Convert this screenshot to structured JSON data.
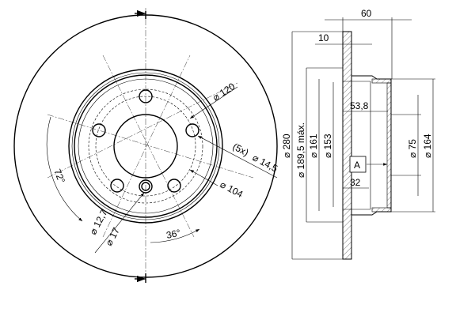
{
  "front_view": {
    "dim_pcd": "⌀ 120",
    "dim_hole_count": "(5x)",
    "dim_hole": "⌀ 14,5",
    "dim_bore": "⌀ 104",
    "dim_angle_72": "72°",
    "dim_angle_36": "36°",
    "dim_pin_small": "⌀ 12,7",
    "dim_pin_large": "⌀ 17"
  },
  "side_view": {
    "dim_total_height": "60",
    "dim_thickness": "10",
    "dim_outer": "⌀ 280",
    "dim_max": "⌀ 189,5 máx.",
    "dim_161": "⌀ 161",
    "dim_153": "⌀ 153",
    "dim_53_8": "53,8",
    "dim_32": "32",
    "dim_75": "⌀ 75",
    "dim_164": "⌀ 164",
    "datum_label": "A"
  }
}
